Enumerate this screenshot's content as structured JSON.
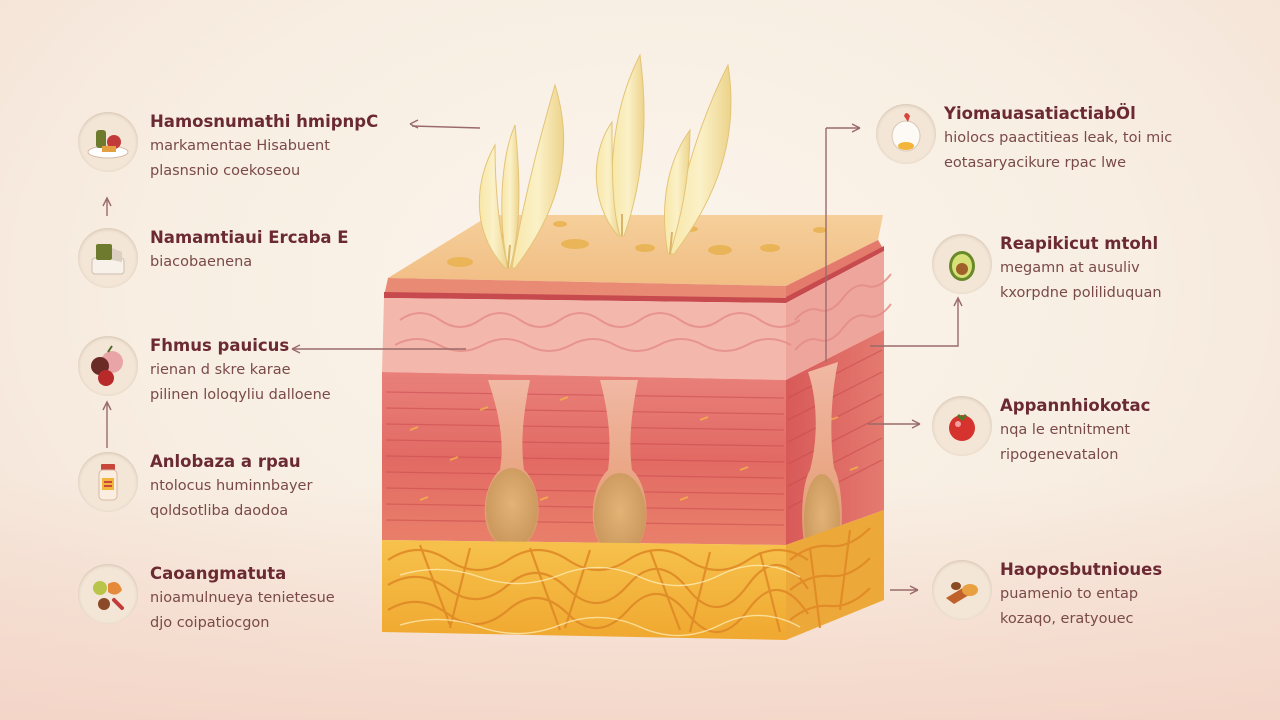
{
  "left_callouts": [
    {
      "icon": "food-plate-icon",
      "title": "Hamosnumathi hmipnpC",
      "lines": [
        "markamentae Hisabuent",
        "plasnsnio coekoseou"
      ]
    },
    {
      "icon": "food-box-icon",
      "title": "Namamtiaui Ercaba E",
      "lines": [
        "biacobaenena"
      ]
    },
    {
      "icon": "berries-icon",
      "title": "Fhmus pauicus",
      "lines": [
        "rienan d skre karae",
        "pilinen loloqyliu dalloene"
      ]
    },
    {
      "icon": "supplement-bottle-icon",
      "title": "Anlobaza a rpau",
      "lines": [
        "ntolocus huminnbayer",
        "qoldsotliba daodoa"
      ]
    },
    {
      "icon": "mixed-foods-icon",
      "title": "Caoangmatuta",
      "lines": [
        "nioamulnueya tenietesue",
        "djo coipatiocgon"
      ]
    }
  ],
  "right_callouts": [
    {
      "icon": "egg-icon",
      "title": "YiomauasatiactiabÖl",
      "lines": [
        "hiolocs paactitieas leak, toi mic",
        "eotasaryacikure rpac lwe"
      ]
    },
    {
      "icon": "avocado-icon",
      "title": "Reapikicut mtohl",
      "lines": [
        "megamn at ausuliv",
        "kxorpdne poliliduquan"
      ]
    },
    {
      "icon": "tomato-icon",
      "title": "Appannhiokotac",
      "lines": [
        "nqa le entnitment",
        "ripogenevatalon"
      ]
    },
    {
      "icon": "nuts-icon",
      "title": "Haoposbutnioues",
      "lines": [
        "puamenio to entap",
        "kozaqo, eratyouec"
      ]
    }
  ],
  "colors": {
    "title": "#6b2a32",
    "desc": "#7a4a48",
    "connector": "#9a6a6a",
    "epidermis_top": "#f3c188",
    "dermis": "#e4706a",
    "fat": "#f2b43a"
  }
}
